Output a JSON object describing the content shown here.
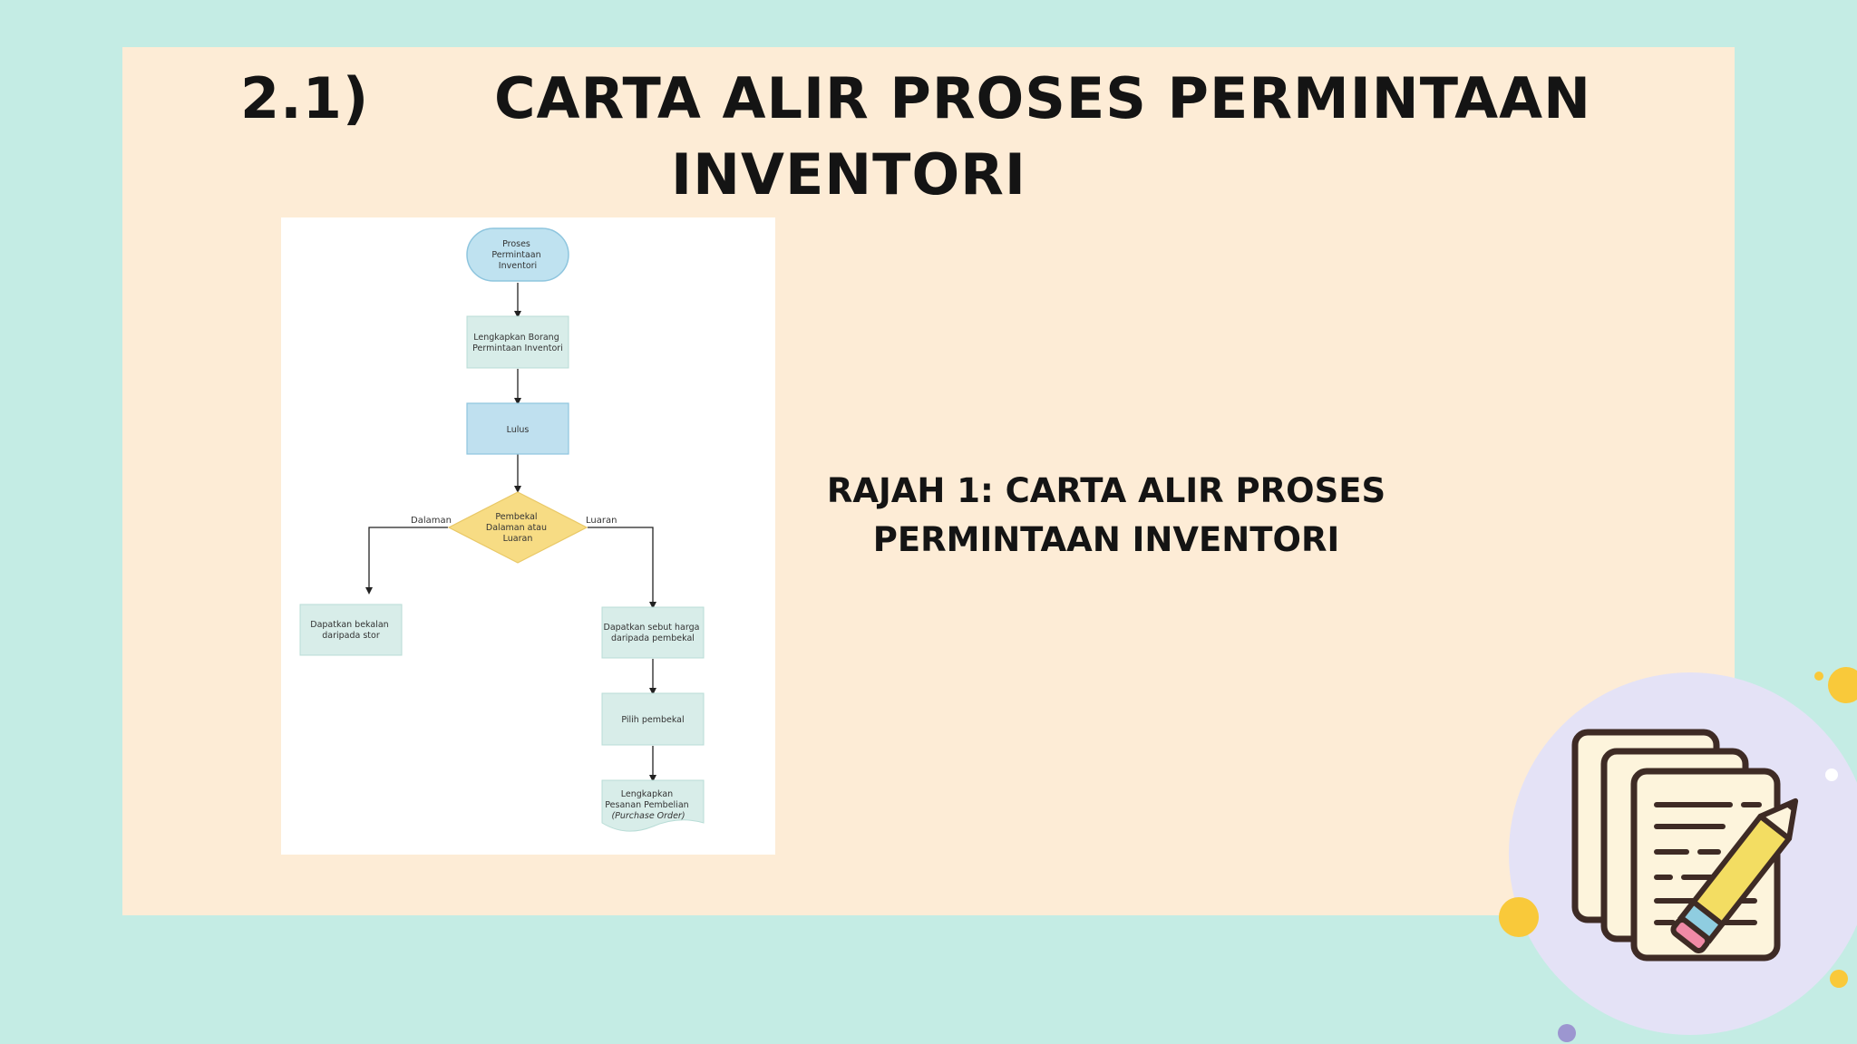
{
  "slide": {
    "number": "2.1)",
    "title_line1": "CARTA ALIR PROSES PERMINTAAN",
    "title_line2": "INVENTORI",
    "caption_line1": "RAJAH 1: CARTA ALIR PROSES",
    "caption_line2": "PERMINTAAN INVENTORI"
  },
  "flowchart": {
    "start": [
      "Proses",
      "Permintaan",
      "Inventori"
    ],
    "step1": [
      "Lengkapkan Borang",
      "Permintaan Inventori"
    ],
    "step2": [
      "Lulus"
    ],
    "decision": [
      "Pembekal",
      "Dalaman atau",
      "Luaran"
    ],
    "left_branch_label": "Dalaman",
    "right_branch_label": "Luaran",
    "left_result": [
      "Dapatkan bekalan",
      "daripada stor"
    ],
    "right_step1": [
      "Dapatkan sebut harga",
      "daripada pembekal"
    ],
    "right_step2": [
      "Pilih pembekal"
    ],
    "right_end": [
      "Lengkapkan",
      "Pesanan Pembelian",
      "(Purchase Order)"
    ]
  },
  "colors": {
    "background": "#c4ece4",
    "panel": "#fdecd6",
    "terminal": "#bfe2f0",
    "process_blue": "#bfe0ef",
    "process_mint": "#d8ede9",
    "decision": "#f7dc84",
    "accent_yellow": "#f9c93a",
    "icon_circle": "#e4e2f6"
  }
}
